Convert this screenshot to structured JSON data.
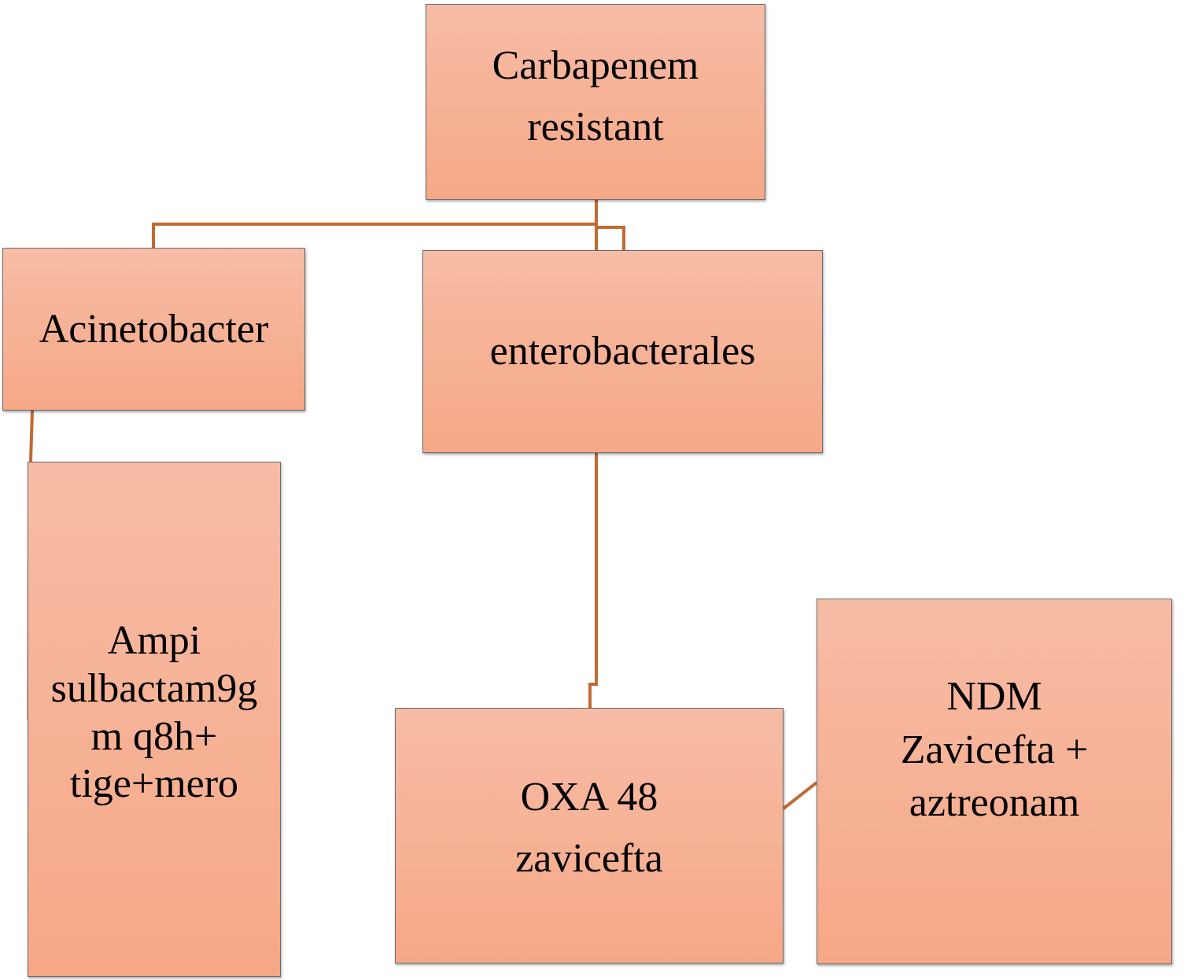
{
  "diagram": {
    "colors": {
      "box_fill_top": "#f7bca6",
      "box_fill_bottom": "#f6a886",
      "box_border": "#6b6b6b",
      "connector": "#c06a34",
      "text": "#000000"
    },
    "nodes": {
      "root": {
        "text": "Carbapenem\nresistant"
      },
      "acinetobacter": {
        "text": "Acinetobacter"
      },
      "enterobacterales": {
        "text": "enterobacterales"
      },
      "ampi": {
        "text": "Ampi\nsulbactam9g\nm q8h+\ntige+mero"
      },
      "oxa48": {
        "text": "OXA 48\nzavicefta"
      },
      "ndm": {
        "text": "NDM\nZavicefta +\naztreonam"
      }
    },
    "edges": [
      {
        "from": "root",
        "to": "acinetobacter"
      },
      {
        "from": "root",
        "to": "enterobacterales"
      },
      {
        "from": "acinetobacter",
        "to": "ampi"
      },
      {
        "from": "enterobacterales",
        "to": "oxa48"
      },
      {
        "from": "oxa48",
        "to": "ndm"
      }
    ]
  }
}
